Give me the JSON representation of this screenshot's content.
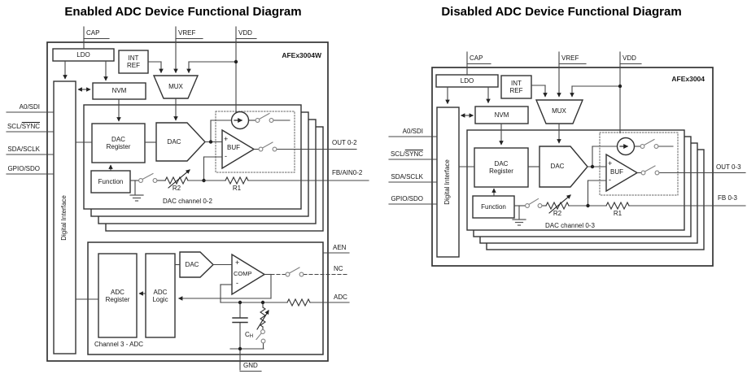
{
  "accent_colors": {
    "line": "#444444",
    "block_border": "#333333",
    "switch_gray": "#808080",
    "background": "#ffffff",
    "text": "#161616"
  },
  "enabled": {
    "title": "Enabled ADC Device Functional Diagram",
    "chip": "AFEx3004W",
    "pins": {
      "cap": "CAP",
      "vref": "VREF",
      "vdd": "VDD",
      "a0_sdi": "A0/SDI",
      "scl": "SCL/",
      "sync": "SYNC",
      "sda_sclk": "SDA/SCLK",
      "gpio_sdo": "GPIO/SDO",
      "out": "OUT 0-2",
      "fb": "FB/AIN0-2",
      "aen": "AEN",
      "nc": "NC",
      "adc": "ADC",
      "gnd": "GND"
    },
    "blocks": {
      "ldo": "LDO",
      "int_ref_line1": "INT",
      "int_ref_line2": "REF",
      "nvm": "NVM",
      "mux": "MUX",
      "digital_interface": "Digital Interface",
      "dac_register_line1": "DAC",
      "dac_register_line2": "Register",
      "dac": "DAC",
      "function": "Function",
      "buf": "BUF",
      "plus": "+",
      "minus": "-"
    },
    "labels": {
      "r2": "R2",
      "r1": "R1",
      "dac_channel": "DAC channel 0-2"
    },
    "adc_section": {
      "adc_register_line1": "ADC",
      "adc_register_line2": "Register",
      "adc_logic_line1": "ADC",
      "adc_logic_line2": "Logic",
      "dac": "DAC",
      "comp": "COMP",
      "plus": "+",
      "minus": "-",
      "channel_label": "Channel 3 - ADC",
      "cap_name": "C",
      "cap_sub": "H"
    }
  },
  "disabled": {
    "title": "Disabled ADC Device Functional Diagram",
    "chip": "AFEx3004",
    "pins": {
      "cap": "CAP",
      "vref": "VREF",
      "vdd": "VDD",
      "a0_sdi": "A0/SDI",
      "scl": "SCL/",
      "sync": "SYNC",
      "sda_sclk": "SDA/SCLK",
      "gpio_sdo": "GPIO/SDO",
      "out": "OUT 0-3",
      "fb": "FB 0-3"
    },
    "blocks": {
      "ldo": "LDO",
      "int_ref_line1": "INT",
      "int_ref_line2": "REF",
      "nvm": "NVM",
      "mux": "MUX",
      "digital_interface": "Digital Interface",
      "dac_register_line1": "DAC",
      "dac_register_line2": "Register",
      "dac": "DAC",
      "function": "Function",
      "buf": "BUF",
      "plus": "+",
      "minus": "-"
    },
    "labels": {
      "r2": "R2",
      "r1": "R1",
      "dac_channel": "DAC channel 0-3"
    }
  }
}
